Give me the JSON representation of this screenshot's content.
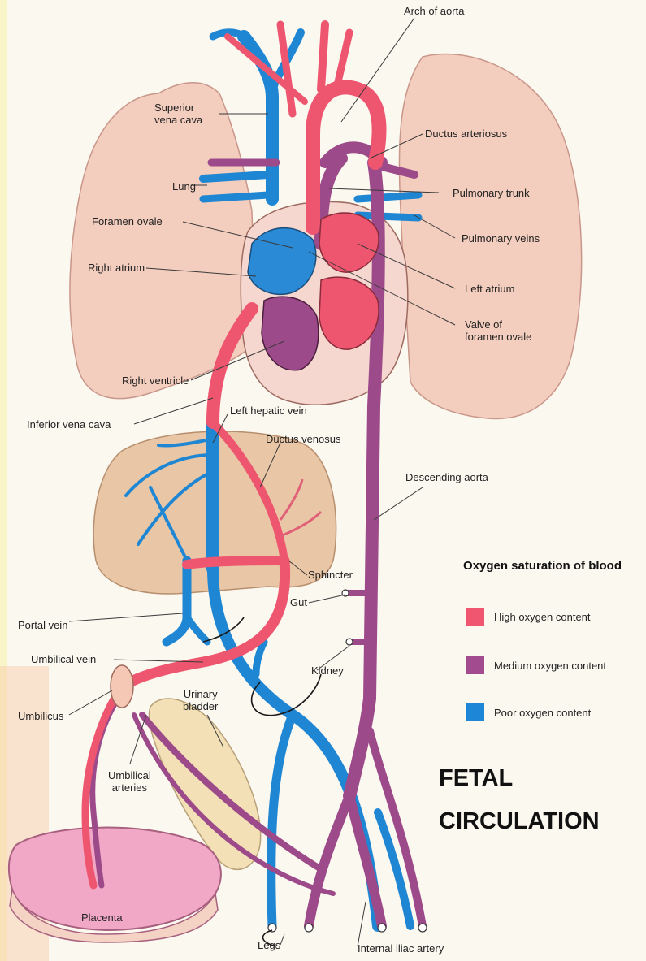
{
  "labels": {
    "arch_of_aorta": "Arch of aorta",
    "superior_vena_cava": "Superior\nvena cava",
    "ductus_arteriosus": "Ductus arteriosus",
    "lung": "Lung",
    "pulmonary_trunk": "Pulmonary trunk",
    "foramen_ovale": "Foramen ovale",
    "pulmonary_veins": "Pulmonary veins",
    "right_atrium": "Right atrium",
    "left_atrium": "Left atrium",
    "valve_of_foramen_ovale": "Valve of\nforamen ovale",
    "right_ventricle": "Right ventricle",
    "left_hepatic_vein": "Left hepatic vein",
    "inferior_vena_cava": "Inferior vena cava",
    "ductus_venosus": "Ductus venosus",
    "descending_aorta": "Descending aorta",
    "sphincter": "Sphincter",
    "gut": "Gut",
    "portal_vein": "Portal vein",
    "umbilical_vein": "Umbilical vein",
    "kidney": "Kidney",
    "urinary_bladder": "Urinary\nbladder",
    "umbilicus": "Umbilicus",
    "umbilical_arteries": "Umbilical\narteries",
    "placenta": "Placenta",
    "legs": "Legs",
    "internal_iliac_artery": "Internal iliac artery"
  },
  "legend": {
    "title": "Oxygen saturation of blood",
    "items": [
      {
        "label": "High oxygen content",
        "color": "#f0566f"
      },
      {
        "label": "Medium oxygen content",
        "color": "#a24b8f"
      },
      {
        "label": "Poor oxygen content",
        "color": "#1e86d6"
      }
    ]
  },
  "title": {
    "line1": "FETAL",
    "line2": "CIRCULATION"
  },
  "colors": {
    "high": "#ee5670",
    "medium": "#9d4a8a",
    "poor": "#1f86d3",
    "lung": "#f3cdbd",
    "liver": "#e9c7a6",
    "heart_bg": "#f5d7cf",
    "bladder": "#f3e0b6",
    "placenta": "#f1a8c6",
    "page": "#fbf7ee",
    "border": "#faf5c8"
  }
}
